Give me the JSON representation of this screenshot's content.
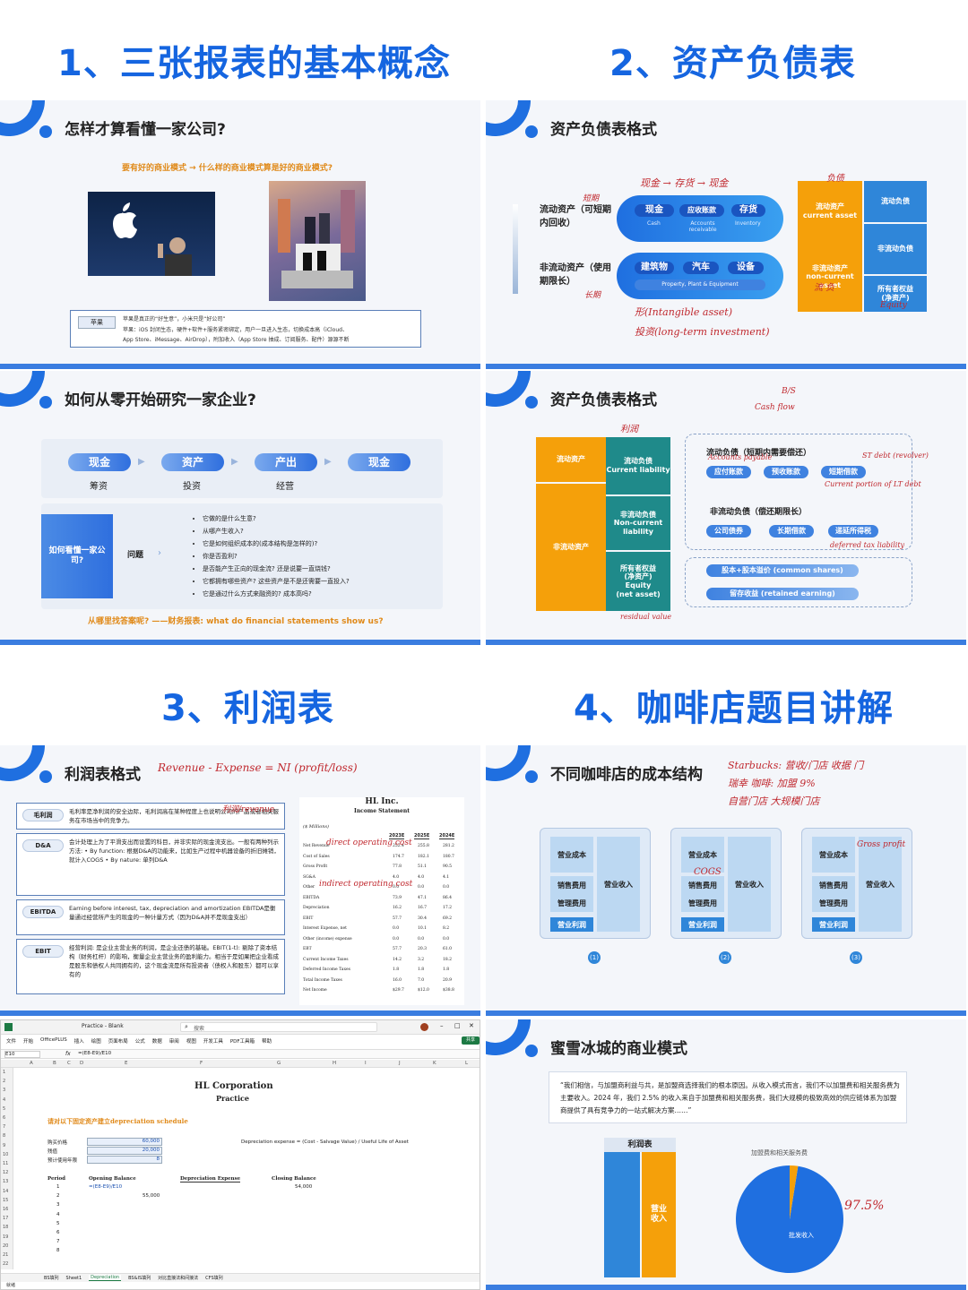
{
  "sections": {
    "s1": "1、三张报表的基本概念",
    "s2": "2、资产负债表",
    "s3": "3、利润表",
    "s4": "4、咖啡店题目讲解"
  },
  "slide_a": {
    "title": "怎样才算看懂一家公司?",
    "subtitle": "要有好的商业模式 → 什么样的商业模式算是好的商业模式?",
    "tag": "苹果",
    "line1": "苹果是真正的“好生意”，小米只是“好公司”",
    "line2": "苹果：iOS 封闭生态，硬件+软件+服务紧密绑定，用户一旦进入生态，切换成本高（iCloud、",
    "line3": "App Store、iMessage、AirDrop），附加收入（App Store 抽成、订阅服务、配件）源源不断"
  },
  "slide_b": {
    "title": "资产负债表格式",
    "current_asset_label": "流动资产（可短期内回收）",
    "noncurrent_asset_label": "非流动资产（使用期限长）",
    "c1": "现金",
    "c1s": "Cash",
    "c2": "应收账款",
    "c2s": "Accounts receivable",
    "c3": "存货",
    "c3s": "Inventory",
    "n1": "建筑物",
    "n2": "汽车",
    "n3": "设备",
    "ppe": "Property, Plant & Equipment",
    "r1": "流动资产",
    "r1e": "current asset",
    "r2": "非流动资产",
    "r2e": "non-current asset",
    "r3": "流动负债",
    "r4": "非流动负债",
    "r5": "所有者权益",
    "r5b": "(净资产)",
    "hand1": "现金 → 存货 → 现金",
    "hand2": "短期",
    "hand3": "长期",
    "hand4": "形(Intangible asset)",
    "hand5": "投资(long-term investment)",
    "hand6": "负债",
    "hand7": "Equity",
    "hand8": "流 负"
  },
  "slide_c": {
    "title": "如何从零开始研究一家企业?",
    "flow": [
      "现金",
      "资产",
      "产出",
      "现金"
    ],
    "flow_sub": [
      "筹资",
      "投资",
      "经营"
    ],
    "left_box": "如何看懂一家公司?",
    "q": "问题",
    "questions": [
      "它做的是什么生意?",
      "从哪产生收入?",
      "它是如何组织成本的(成本结构是怎样的)?",
      "你是否盈利?",
      "是否能产生正向的现金流? 还是说要一直烧钱?",
      "它都拥有哪些资产? 这些资产是不是还需要一直投入?",
      "它是通过什么方式来融资的? 成本高吗?"
    ],
    "footer": "从哪里找答案呢? ——财务报表: what do financial statements show us?"
  },
  "slide_d": {
    "title": "资产负债表格式",
    "left_a": "流动资产",
    "left_b": "非流动资产",
    "mid_a": "流动负债",
    "mid_a_e": "Current liability",
    "mid_b": "非流动负债",
    "mid_b_e": "Non-current liability",
    "mid_c": "所有者权益",
    "mid_c2": "(净资产)",
    "mid_c3": "Equity",
    "mid_c4": "(net asset)",
    "g1_title": "流动负债（短期内需要偿还）",
    "g1_items": [
      "应付账款",
      "预收账款",
      "短期借款"
    ],
    "g2_title": "非流动负债（偿还期限长）",
    "g2_items": [
      "公司债券",
      "长期借款",
      "递延所得税"
    ],
    "eq1": "股本+股本溢价 (common shares)",
    "eq2": "留存收益 (retained earning)",
    "hand1": "Cash flow",
    "hand2": "B/S",
    "hand3": "Accounts payable",
    "hand4": "ST debt (revolver)",
    "hand5": "Current portion of LT debt",
    "hand6": "deferred tax liability",
    "hand7": "residual value",
    "hand8": "利润"
  },
  "slide_e": {
    "title": "利润表格式",
    "hand_title": "Revenue - Expense = NI (profit/loss)",
    "rows": [
      {
        "tag": "毛利润",
        "text": "毛利率是净利润的安全边际，毛利润高在某种程度上也说明公司的产品或者相关服务在市场当中的竞争力。"
      },
      {
        "tag": "D&A",
        "text": "会计处理上为了平滑支出而设置的科目，并非实际的现金流支出。一般有两种列示方法: • By function: 根据D&A的功能来，比如生产过程中机器设备的折旧摊销，就计入COGS • By nature: 单列D&A"
      },
      {
        "tag": "EBITDA",
        "text": "Earning before interest, tax, depreciation and amortization EBITDA是衡量通过经营所产生的现金的一种计量方式（因为D&A并不是现金支出）"
      },
      {
        "tag": "EBIT",
        "text": "经营利润: 是企业主营业务的利润，是企业还债的基础。EBIT(1-t): 剔除了资本结构（财务杠杆）的影响，衡量企业主营业务的盈利能力。相当于是如果把企业看成是股东和债权人共同拥有的，这个现金流是所有投资者（债权人和股东）都可以享有的"
      }
    ],
    "is_title": "HL Inc.",
    "is_sub": "Income Statement",
    "is_unit": "($ Millions)",
    "is_years": [
      "2023E",
      "2025E",
      "2024E"
    ],
    "is_lines": [
      "Net Revenue",
      "Cost of Sales",
      "Gross Profit",
      "SG&A",
      "Other",
      "EBITDA",
      "Depreciation",
      "EBIT",
      "Interest Expense, net",
      "Other (income) expense",
      "EBT",
      "Current Income Taxes",
      "Deferred Income Taxes",
      "Total Income Taxes",
      "Net Income"
    ],
    "is_vals": [
      [
        "252.4",
        "255.8",
        "281.2"
      ],
      [
        "174.7",
        "182.1",
        "180.7"
      ],
      [
        "77.8",
        "51.1",
        "90.5"
      ],
      [
        "4.0",
        "4.0",
        "4.1"
      ],
      [
        "0.0",
        "0.0",
        "0.0"
      ],
      [
        "73.9",
        "47.1",
        "86.4"
      ],
      [
        "16.2",
        "16.7",
        "17.2"
      ],
      [
        "57.7",
        "30.4",
        "69.2"
      ],
      [
        "0.0",
        "10.1",
        "8.2"
      ],
      [
        "0.0",
        "0.0",
        "0.0"
      ],
      [
        "57.7",
        "20.3",
        "61.0"
      ],
      [
        "14.2",
        "3.2",
        "18.2"
      ],
      [
        "1.8",
        "1.8",
        "1.8"
      ],
      [
        "16.0",
        "7.0",
        "20.9"
      ],
      [
        "$29.7",
        "$12.0",
        "$38.8"
      ]
    ],
    "hand2": "direct operating cost",
    "hand3": "indirect operating cost",
    "hand4": "利润/revenue"
  },
  "slide_f": {
    "title": "不同咖啡店的成本结构",
    "hand1": "Starbucks: 营收/门店 收据 门",
    "hand2": "瑞幸 咖啡: 加盟 9%",
    "hand3": "自营门店 大规模门店",
    "cards": [
      {
        "a": "营业成本",
        "b": "销售费用",
        "c": "管理费用",
        "d": "营业利润",
        "e": "营业收入",
        "n": "(1)"
      },
      {
        "a": "营业成本",
        "b": "销售费用",
        "c": "管理费用",
        "d": "营业利润",
        "e": "营业收入",
        "n": "(2)"
      },
      {
        "a": "营业成本",
        "b": "销售费用",
        "c": "管理费用",
        "d": "营业利润",
        "e": "营业收入",
        "n": "(3)"
      }
    ],
    "hand4": "COGS",
    "hand5": "Gross profit"
  },
  "slide_g": {
    "app_title": "Practice - Blank",
    "search": "搜索",
    "menus": [
      "文件",
      "开始",
      "OfficePLUS",
      "插入",
      "绘图",
      "页面布局",
      "公式",
      "数据",
      "审阅",
      "视图",
      "开发工具",
      "PDF工具箱",
      "帮助"
    ],
    "cell_ref": "E10",
    "formula": "=(E8-E9)/E10",
    "cols": [
      "A",
      "B",
      "C",
      "D",
      "E",
      "F",
      "G",
      "H",
      "I",
      "J",
      "K",
      "L"
    ],
    "corp": "HL Corporation",
    "practice": "Practice",
    "prompt": "请对以下固定资产建立depreciation schedule",
    "buy": "购买价格",
    "buy_v": "60,000",
    "salvage": "残值",
    "salvage_v": "20,000",
    "life": "预计使用年限",
    "life_v": "8",
    "formula_note": "Depreciation expense = (Cost - Salvage Value) / Useful Life of Asset",
    "hdr": [
      "Period",
      "Opening Balance",
      "Depreciation Expense",
      "Closing Balance"
    ],
    "r1_formula": "=(E8-E9)/E10",
    "r1_close": "54,000",
    "r2_open": "55,000",
    "periods": [
      "1",
      "2",
      "3",
      "4",
      "5",
      "6",
      "7",
      "8"
    ],
    "sheets": [
      "BS填列",
      "Sheet1",
      "Depreciation",
      "BS&IS填列",
      "对比直接法和间接法",
      "CFS填列"
    ],
    "status": "就绪",
    "share": "共享"
  },
  "slide_h": {
    "title": "蜜雪冰城的商业模式",
    "quote": "“我们相信，与加盟商利益与共，是加盟商选择我们的根本原因。从收入模式而言，我们不以加盟费和相关服务费为主要收入。2024 年，我们 2.5% 的收入来自于加盟费和相关服务费，我们大规模的极致高效的供应链体系为加盟商提供了具有竞争力的一站式解决方案……”",
    "is_label": "利润表",
    "rev1": "营业",
    "rev2": "收入",
    "pie_label1": "加盟费和相关服务费",
    "pie_label2": "批发收入",
    "hand1": "97.5%"
  },
  "colors": {
    "accent": "#1565e0",
    "orange": "#f5a00a",
    "blue": "#2f86d9",
    "red_ink": "#c0282e"
  }
}
